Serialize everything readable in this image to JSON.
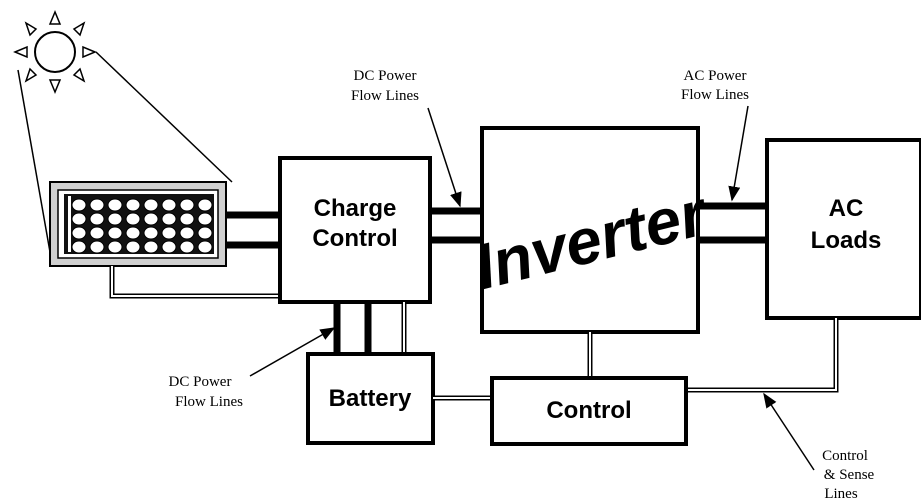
{
  "labels": {
    "charge_control_1": "Charge",
    "charge_control_2": "Control",
    "inverter": "Inverter",
    "ac_loads_1": "AC",
    "ac_loads_2": "Loads",
    "battery": "Battery",
    "control": "Control",
    "dc_power_top_1": "DC Power",
    "dc_power_top_2": "Flow Lines",
    "ac_power_1": "AC Power",
    "ac_power_2": "Flow Lines",
    "dc_power_left_1": "DC Power",
    "dc_power_left_2": "Flow Lines",
    "control_sense_1": "Control",
    "control_sense_2": "& Sense",
    "control_sense_3": "Lines"
  }
}
